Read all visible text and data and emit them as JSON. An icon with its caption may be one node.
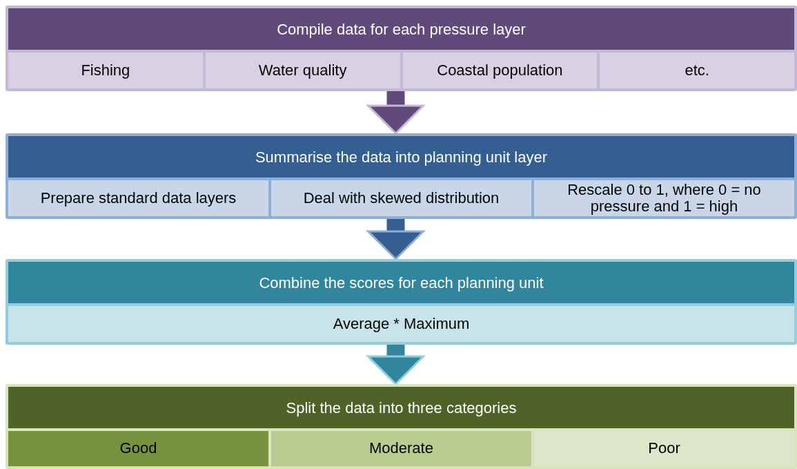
{
  "diagram": {
    "nodes": [
      {
        "text": [
          "Compile data for each pressure layer"
        ]
      },
      {
        "text": [
          "Fishing"
        ],
        "in": 0
      },
      {
        "text": [
          "Water quality"
        ],
        "in": 0
      },
      {
        "text": [
          "Coastal population"
        ],
        "in": 0
      },
      {
        "text": [
          "etc."
        ],
        "in": 0
      },
      {
        "text": [
          "Summarise the  data into planning unit layer"
        ]
      },
      {
        "text": [
          "Prepare standard data layers"
        ],
        "in": 5
      },
      {
        "text": [
          "Deal with skewed distribution"
        ],
        "in": 5
      },
      {
        "text": [
          "Rescale 0 to 1, where 0 = no pressure and 1 = high"
        ],
        "in": 5
      },
      {
        "text": [
          "Combine the scores for each planning unit"
        ]
      },
      {
        "text": [
          "Average * Maximum"
        ],
        "in": 9
      },
      {
        "text": [
          "Split the data into three categories"
        ]
      },
      {
        "text": [
          "Good"
        ],
        "in": 11
      },
      {
        "text": [
          "Moderate"
        ],
        "in": 11
      },
      {
        "text": [
          "Poor"
        ],
        "in": 11
      }
    ],
    "edges": [
      {
        "from": 0,
        "to": 5,
        "arrow": "to"
      },
      {
        "from": 5,
        "to": 9,
        "arrow": "to"
      },
      {
        "from": 9,
        "to": 11,
        "arrow": "to"
      }
    ]
  }
}
